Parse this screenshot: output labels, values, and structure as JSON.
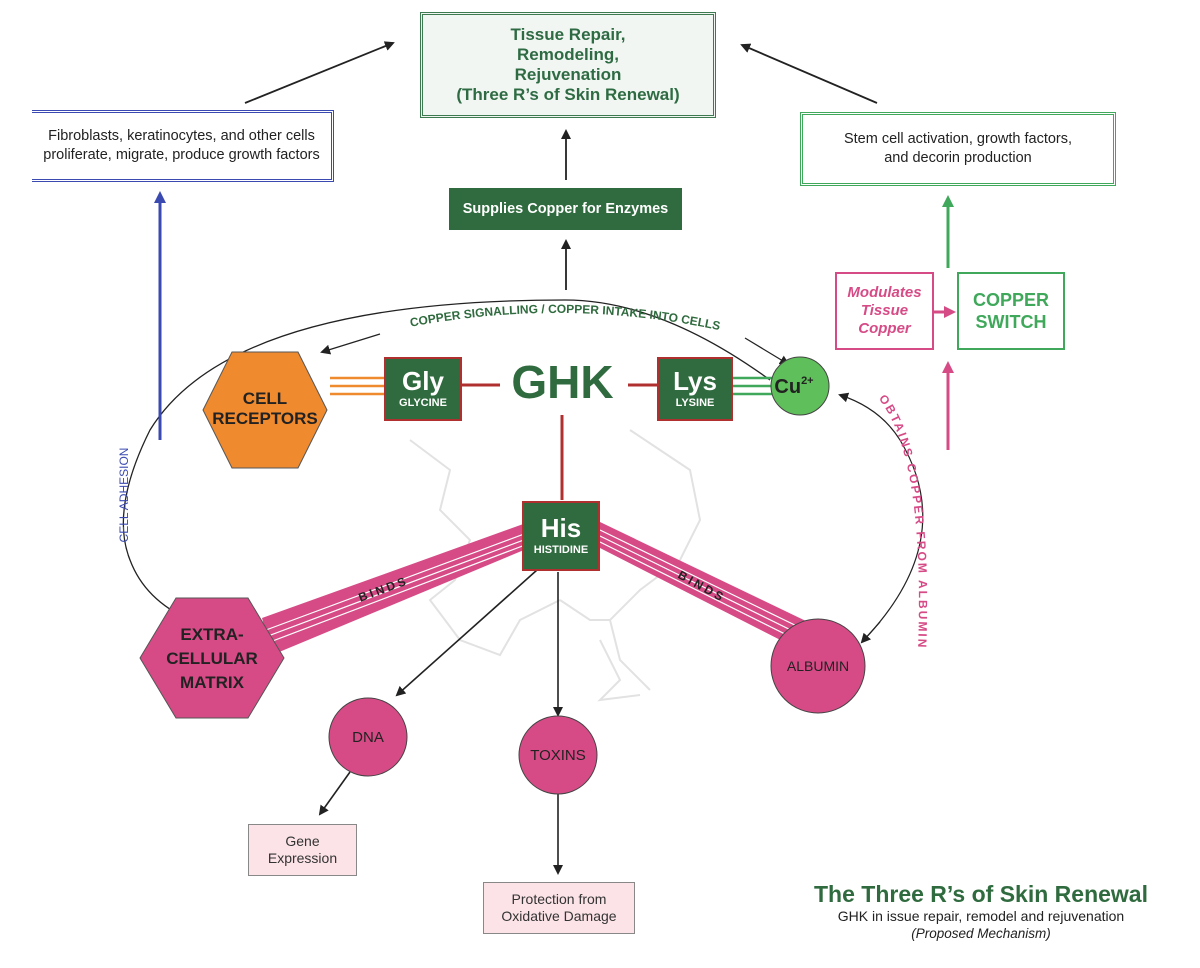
{
  "colors": {
    "dark_green": "#2f6b3e",
    "light_green": "#3fa85a",
    "pink": "#d64b86",
    "orange": "#ef8a2e",
    "blue": "#3b4ab0",
    "red_line": "#b03030"
  },
  "top_box": {
    "line1": "Tissue Repair,",
    "line2": "Remodeling,",
    "line3": "Rejuvenation",
    "line4": "(Three R’s of Skin Renewal)"
  },
  "left_box": {
    "line1": "Fibroblasts, keratinocytes, and other cells",
    "line2": "proliferate, migrate, produce growth factors"
  },
  "right_box": {
    "line1": "Stem cell activation, growth factors,",
    "line2": "and decorin production"
  },
  "supplies_box": "Supplies Copper for Enzymes",
  "copper_signalling": "COPPER SIGNALLING / COPPER INTAKE INTO CELLS",
  "ghk": "GHK",
  "gly": {
    "symbol": "Gly",
    "name": "GLYCINE"
  },
  "lys": {
    "symbol": "Lys",
    "name": "LYSINE"
  },
  "his": {
    "symbol": "His",
    "name": "HISTIDINE"
  },
  "copper_ion": {
    "base": "Cu",
    "superscript": "2+"
  },
  "cell_receptors": {
    "line1": "CELL",
    "line2": "RECEPTORS"
  },
  "ecm": {
    "line1": "EXTRA-",
    "line2": "CELLULAR",
    "line3": "MATRIX"
  },
  "albumin": "ALBUMIN",
  "dna": "DNA",
  "toxins": "TOXINS",
  "binds_left": "BINDS",
  "binds_right": "BINDS",
  "cell_adhesion": "CELL ADHESION",
  "obtains_copper": "OBTAINS COPPER FROM ALBUMIN",
  "modulates": {
    "line1": "Modulates",
    "line2": "Tissue",
    "line3": "Copper"
  },
  "copper_switch": {
    "line1": "COPPER",
    "line2": "SWITCH"
  },
  "gene_expression": {
    "line1": "Gene",
    "line2": "Expression"
  },
  "protection": {
    "line1": "Protection from",
    "line2": "Oxidative Damage"
  },
  "caption": {
    "title": "The Three R’s of Skin Renewal",
    "subtitle": "GHK in issue repair, remodel and rejuvenation",
    "note": "(Proposed Mechanism)"
  }
}
